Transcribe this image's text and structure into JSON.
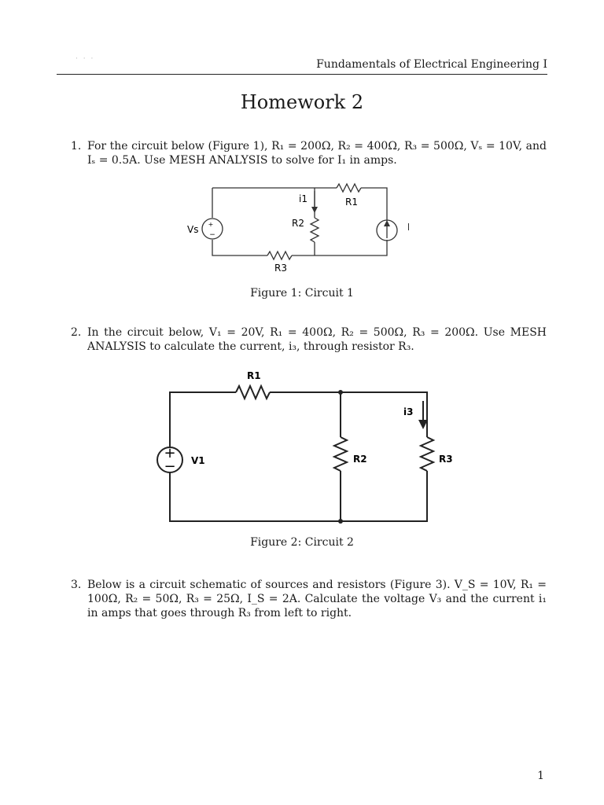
{
  "header": {
    "faint_mark": "· · ·",
    "course": "Fundamentals of Electrical Engineering I"
  },
  "title": "Homework 2",
  "problems": [
    {
      "number": "1.",
      "text": "For the circuit below (Figure 1), R₁ = 200Ω, R₂ = 400Ω, R₃ = 500Ω, Vₛ = 10V, and Iₛ = 0.5A. Use MESH ANALYSIS to solve for I₁ in amps."
    },
    {
      "number": "2.",
      "text": "In the circuit below, V₁ = 20V, R₁ = 400Ω, R₂ = 500Ω, R₃ = 200Ω. Use MESH ANALYSIS to calculate the current, i₃, through resistor R₃."
    },
    {
      "number": "3.",
      "text": "Below is a circuit schematic of sources and resistors (Figure 3). V_S = 10V, R₁ = 100Ω, R₂ = 50Ω, R₃ = 25Ω, I_S = 2A. Calculate the voltage V₃ and the current i₁ in amps that goes through R₃ from left to right."
    }
  ],
  "figure1": {
    "caption": "Figure 1: Circuit 1",
    "labels": {
      "vs": "Vs",
      "plus": "+",
      "minus": "−",
      "i1": "i1",
      "r1": "R1",
      "r2": "R2",
      "r3": "R3",
      "is": "Is"
    }
  },
  "figure2": {
    "caption": "Figure 2: Circuit 2",
    "labels": {
      "r1": "R1",
      "r2": "R2",
      "r3": "R3",
      "v1": "V1",
      "i3": "i3",
      "plus": "+",
      "minus": "−"
    }
  },
  "page_number": "1"
}
